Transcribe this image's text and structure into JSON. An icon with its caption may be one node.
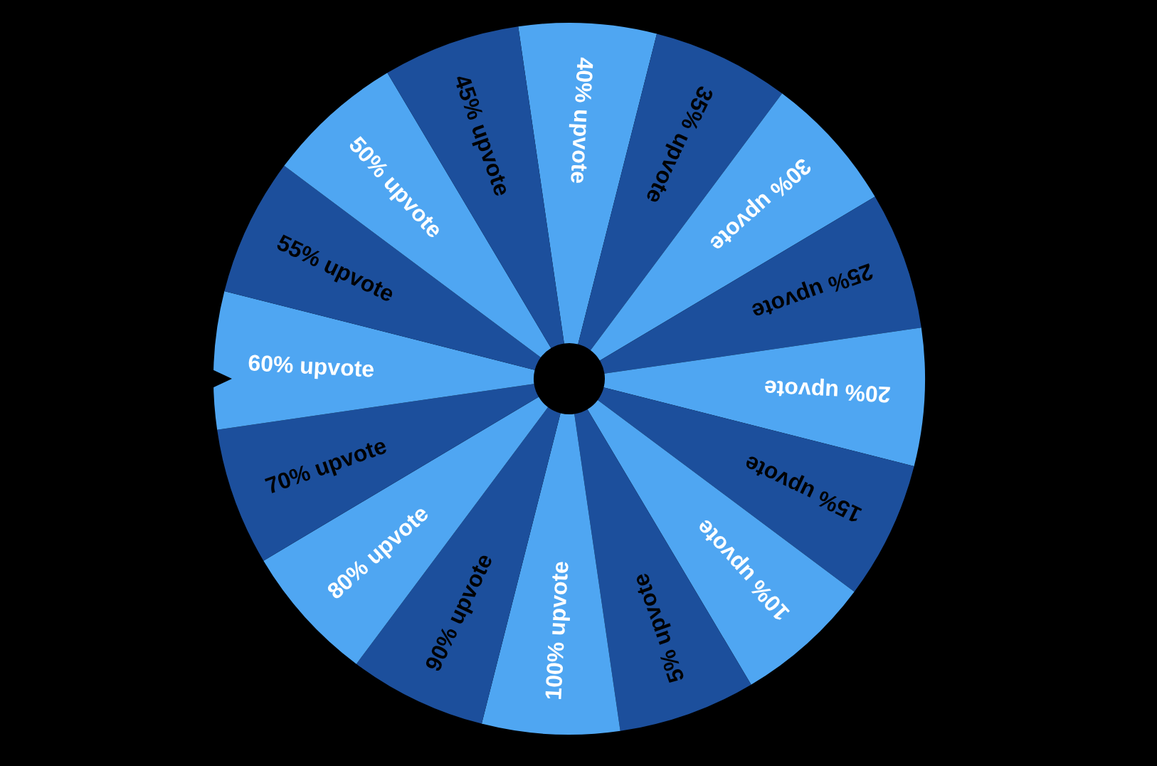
{
  "diagram": {
    "nodes": [
      {
        "text": [
          "40% upvote"
        ]
      },
      {
        "text": [
          "35% upvote"
        ]
      },
      {
        "text": [
          "30% upvote"
        ]
      },
      {
        "text": [
          "25% upvote"
        ]
      },
      {
        "text": [
          "20% upvote"
        ]
      },
      {
        "text": [
          "15% upvote"
        ]
      },
      {
        "text": [
          "10% upvote"
        ]
      },
      {
        "text": [
          "5% upvote"
        ]
      },
      {
        "text": [
          "100% upvote"
        ]
      },
      {
        "text": [
          "90% upvote"
        ]
      },
      {
        "text": [
          "80% upvote"
        ]
      },
      {
        "text": [
          "70% upvote"
        ]
      },
      {
        "text": [
          "60% upvote"
        ]
      },
      {
        "text": [
          "55% upvote"
        ]
      },
      {
        "text": [
          "50% upvote"
        ]
      },
      {
        "text": [
          "45% upvote"
        ]
      }
    ]
  }
}
